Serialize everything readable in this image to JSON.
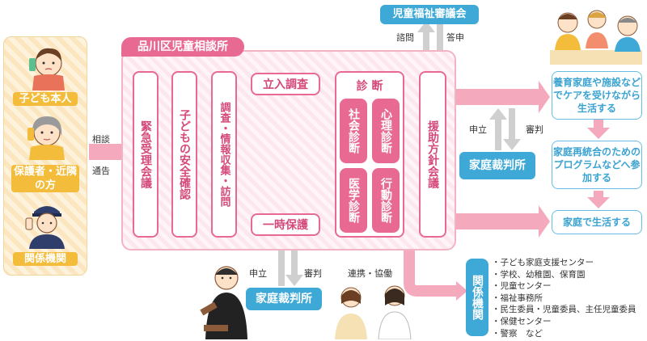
{
  "left_panel": {
    "labels": [
      "子ども本人",
      "保護者・近隣の方",
      "関係機関"
    ]
  },
  "arrow_labels": {
    "consult": "相談",
    "notify": "通告"
  },
  "office": {
    "title": "品川区児童相談所",
    "steps": [
      "緊急受理会議",
      "子どもの安全確認",
      "調査・情報収集・訪問"
    ],
    "on_site": "立入調査",
    "temp_protection": "一時保護",
    "diagnosis_title": "診 断",
    "diagnoses": [
      "社会診断",
      "心理診断",
      "医学診断",
      "行動診断"
    ],
    "plan": "援助方針会議"
  },
  "council": {
    "label": "児童福祉審議会",
    "inquiry": "諮問",
    "report": "答申"
  },
  "court_right": {
    "label": "家庭裁判所",
    "petition": "申立",
    "judgment": "審判"
  },
  "court_bottom": {
    "label": "家庭裁判所",
    "petition": "申立",
    "judgment": "審判"
  },
  "outcomes": [
    "養育家庭や施設などでケアを受けながら生活する",
    "家庭再統合のためのプログラムなどへ参加する",
    "家庭で生活する"
  ],
  "relations": {
    "cooperation": "連携・協働",
    "title": "関係機関",
    "items": [
      "・子ども家庭支援センター",
      "・学校、幼稚園、保育園",
      "・児童センター",
      "・福祉事務所",
      "・民生委員・児童委員、主任児童委員",
      "・保健センター",
      "・警察　など"
    ]
  },
  "colors": {
    "pink": "#e86a93",
    "pink_light": "#f4a9bd",
    "blue": "#3ea9d6",
    "yellow": "#f3bc3a",
    "gray_arrow": "#c8c8c8"
  }
}
